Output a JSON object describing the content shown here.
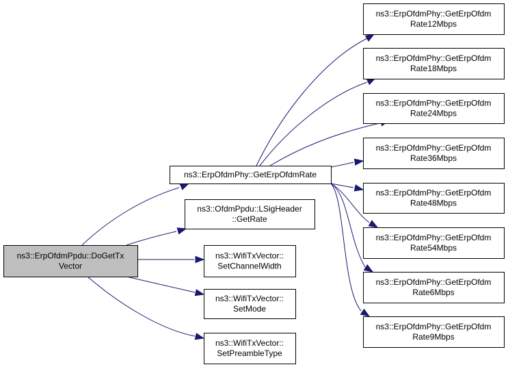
{
  "graph": {
    "type": "call-graph",
    "edge_color": "#191970",
    "root_fill": "#bfbfbf",
    "node_fill": "#ffffff",
    "nodes": [
      {
        "id": "root",
        "lines": [
          "ns3::ErpOfdmPpdu::DoGetTx",
          "Vector"
        ],
        "root": true
      },
      {
        "id": "getErpOfdmRate",
        "lines": [
          "ns3::ErpOfdmPhy::GetErpOfdmRate"
        ]
      },
      {
        "id": "lsigGetRate",
        "lines": [
          "ns3::OfdmPpdu::LSigHeader",
          "::GetRate"
        ]
      },
      {
        "id": "setChannelWidth",
        "lines": [
          "ns3::WifiTxVector::",
          "SetChannelWidth"
        ]
      },
      {
        "id": "setMode",
        "lines": [
          "ns3::WifiTxVector::",
          "SetMode"
        ]
      },
      {
        "id": "setPreambleType",
        "lines": [
          "ns3::WifiTxVector::",
          "SetPreambleType"
        ]
      },
      {
        "id": "rate12",
        "lines": [
          "ns3::ErpOfdmPhy::GetErpOfdm",
          "Rate12Mbps"
        ]
      },
      {
        "id": "rate18",
        "lines": [
          "ns3::ErpOfdmPhy::GetErpOfdm",
          "Rate18Mbps"
        ]
      },
      {
        "id": "rate24",
        "lines": [
          "ns3::ErpOfdmPhy::GetErpOfdm",
          "Rate24Mbps"
        ]
      },
      {
        "id": "rate36",
        "lines": [
          "ns3::ErpOfdmPhy::GetErpOfdm",
          "Rate36Mbps"
        ]
      },
      {
        "id": "rate48",
        "lines": [
          "ns3::ErpOfdmPhy::GetErpOfdm",
          "Rate48Mbps"
        ]
      },
      {
        "id": "rate54",
        "lines": [
          "ns3::ErpOfdmPhy::GetErpOfdm",
          "Rate54Mbps"
        ]
      },
      {
        "id": "rate6",
        "lines": [
          "ns3::ErpOfdmPhy::GetErpOfdm",
          "Rate6Mbps"
        ]
      },
      {
        "id": "rate9",
        "lines": [
          "ns3::ErpOfdmPhy::GetErpOfdm",
          "Rate9Mbps"
        ]
      }
    ],
    "edges": [
      {
        "from": "root",
        "to": "getErpOfdmRate"
      },
      {
        "from": "root",
        "to": "lsigGetRate"
      },
      {
        "from": "root",
        "to": "setChannelWidth"
      },
      {
        "from": "root",
        "to": "setMode"
      },
      {
        "from": "root",
        "to": "setPreambleType"
      },
      {
        "from": "getErpOfdmRate",
        "to": "rate12"
      },
      {
        "from": "getErpOfdmRate",
        "to": "rate18"
      },
      {
        "from": "getErpOfdmRate",
        "to": "rate24"
      },
      {
        "from": "getErpOfdmRate",
        "to": "rate36"
      },
      {
        "from": "getErpOfdmRate",
        "to": "rate48"
      },
      {
        "from": "getErpOfdmRate",
        "to": "rate54"
      },
      {
        "from": "getErpOfdmRate",
        "to": "rate6"
      },
      {
        "from": "getErpOfdmRate",
        "to": "rate9"
      }
    ]
  }
}
